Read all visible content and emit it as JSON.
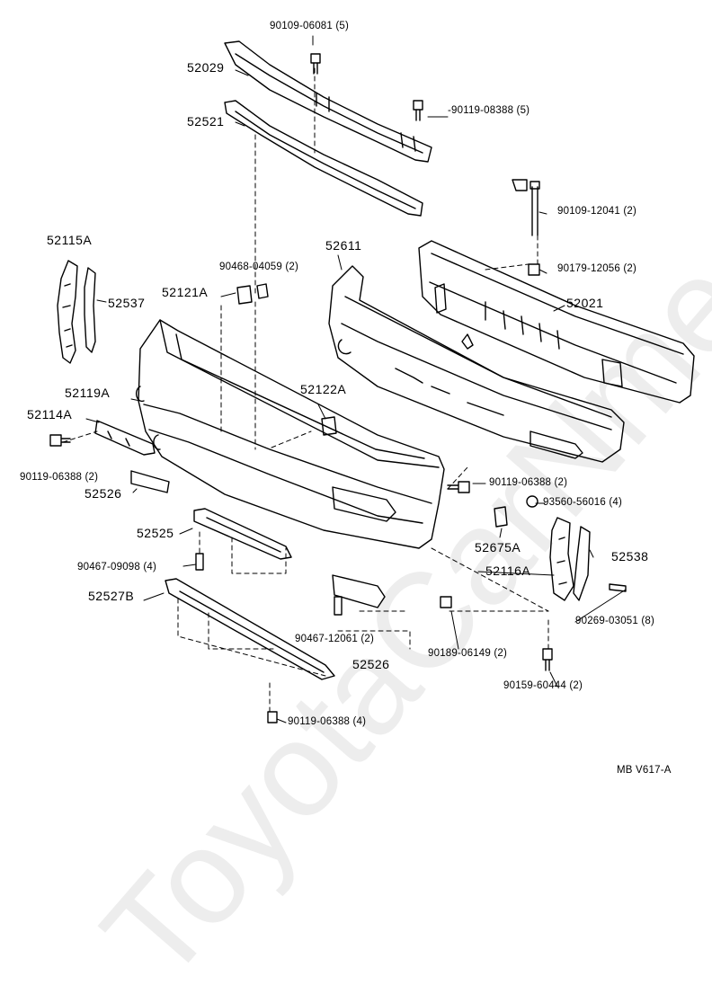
{
  "diagram": {
    "watermark": "ToyotaCarNme.ru",
    "code": "MB V617-A",
    "colors": {
      "ink": "#000000",
      "watermark": "#e6e6e6"
    },
    "parts": {
      "p52029": "52029",
      "p52521": "52521",
      "p52115A": "52115A",
      "p52537": "52537",
      "p52121A": "52121A",
      "p52611": "52611",
      "p52021": "52021",
      "p52119A": "52119A",
      "p52122A": "52122A",
      "p52114A": "52114A",
      "p52526a": "52526",
      "p52525": "52525",
      "p52527B": "52527B",
      "p52526b": "52526",
      "p52675A": "52675A",
      "p52116A": "52116A",
      "p52538": "52538"
    },
    "fasteners": {
      "f90109_06081": "90109-06081 (5)",
      "f90119_08388": "-90119-08388 (5)",
      "f90109_12041": "90109-12041 (2)",
      "f90468_04059": "90468-04059 (2)",
      "f90179_12056": "90179-12056 (2)",
      "f90119_06388_left": "90119-06388 (2)",
      "f90119_06388_right": "90119-06388 (2)",
      "f93560_56016": "93560-56016 (4)",
      "f90467_09098": "90467-09098 (4)",
      "f90467_12061": "90467-12061 (2)",
      "f90269_03051": "90269-03051 (8)",
      "f90189_06149": "90189-06149 (2)",
      "f90159_60444": "90159-60444 (2)",
      "f90119_06388_bottom": "90119-06388 (4)"
    }
  }
}
